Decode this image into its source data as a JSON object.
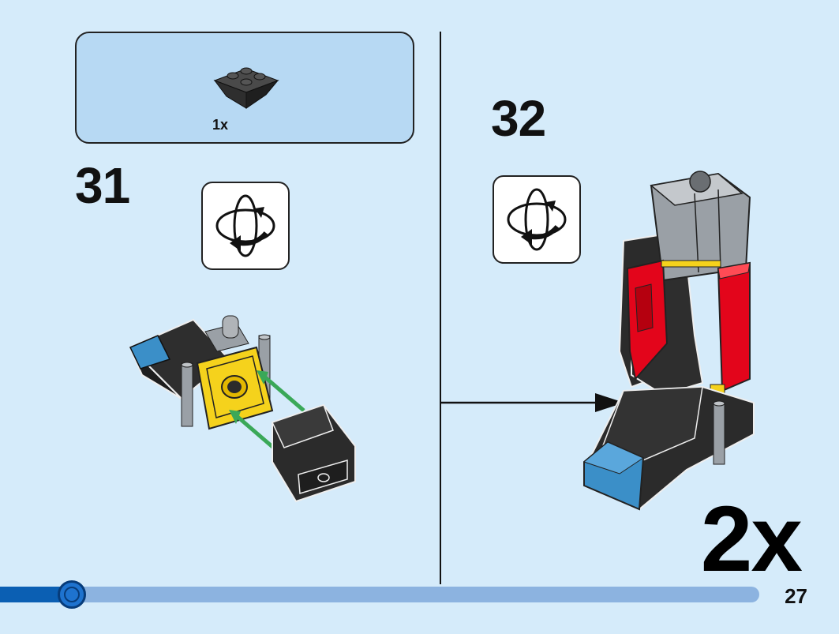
{
  "parts_callout": {
    "quantity": "1x"
  },
  "step_31": {
    "number": "31"
  },
  "step_32": {
    "number": "32"
  },
  "multiplier": "2x",
  "page_number": "27",
  "progress": {
    "fraction": 0.095
  },
  "colors": {
    "background": "#d5ebfa",
    "callout": "#b7d9f3",
    "brick_black": "#2b2b2b",
    "brick_yellow": "#f5d21c",
    "brick_red": "#e3051b",
    "brick_grey": "#9aa0a6",
    "brick_blue": "#3b8fc8",
    "arrow_green": "#3aa858",
    "progress_dark": "#0b5fb3",
    "progress_light": "#8cb3e0"
  }
}
